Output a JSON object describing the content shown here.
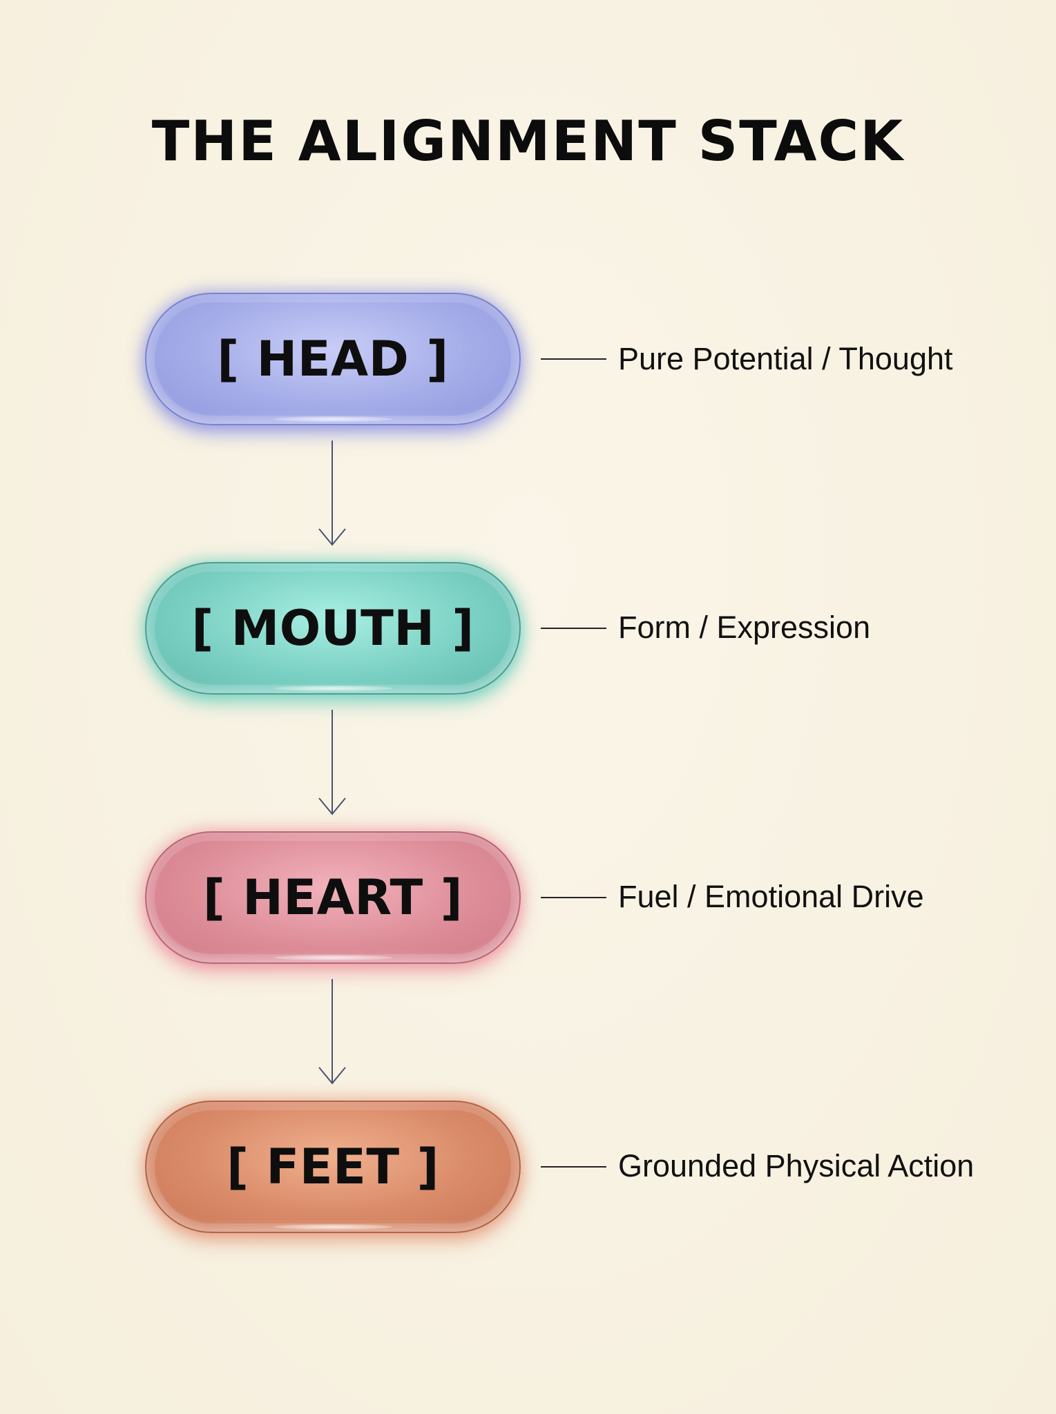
{
  "title": "THE ALIGNMENT STACK",
  "stages": [
    {
      "label": "[ HEAD ]",
      "description": "Pure Potential / Thought",
      "color": "#a3abe8"
    },
    {
      "label": "[ MOUTH ]",
      "description": "Form / Expression",
      "color": "#7ad0c3"
    },
    {
      "label": "[ HEART ]",
      "description": "Fuel / Emotional Drive",
      "color": "#dd8d98"
    },
    {
      "label": "[ FEET ]",
      "description": "Grounded Physical Action",
      "color": "#d98a68"
    }
  ],
  "icons": {
    "arrow": "arrow-down-icon"
  }
}
